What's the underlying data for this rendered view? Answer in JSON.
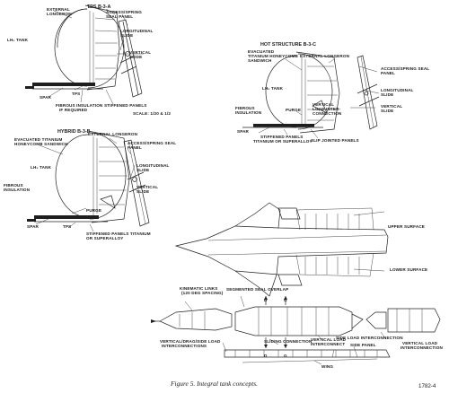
{
  "panel_a": {
    "title": "TPS  B-3-A",
    "labels": [
      "EXTERNAL",
      "LONGERON",
      "ACCESS/SPRING",
      "SEAL PANEL",
      "LONGITUDINAL",
      "SLIDE",
      "LH₂ TANK",
      "VERTICAL",
      "SLIDE",
      "SPAR",
      "TPS",
      "FIBROUS INSULATION",
      "IF REQUIRED",
      "STIFFENED PANELS",
      "SCALE: 1/20 & 1/2"
    ]
  },
  "panel_b": {
    "title": "HOT STRUCTURE  B-3-C",
    "labels": [
      "EVACUATED",
      "TITANIUM HONEYCOMB",
      "SANDWICH",
      "EXTERNAL LONGERON",
      "ACCESS/SPRING SEAL",
      "PANEL",
      "LH₂ TANK",
      "LONGITUDINAL",
      "SLIDE",
      "FIBROUS",
      "INSULATION",
      "PURGE",
      "VERTICAL",
      "LOAD INTER-",
      "CONNECTION",
      "VERTICAL",
      "SLIDE",
      "SPAR",
      "STIFFENED PANELS",
      "TITANIUM OR SUPERALLOY",
      "SLIP JOINTED PANELS"
    ]
  },
  "panel_c": {
    "title": "HYBRID  B-3-B",
    "labels": [
      "EVACUATED TITANIUM",
      "HONEYCOMB SANDWICH",
      "EXTERNAL LONGERON",
      "ACCESS/SPRING SEAL",
      "PANEL",
      "LH₂ TANK",
      "FIBROUS",
      "INSULATION",
      "LONGITUDINAL",
      "SLIDE",
      "VERTICAL",
      "SLIDE",
      "PURGE",
      "SPAR",
      "TPS",
      "STIFFENED PANELS TITANIUM",
      "OR SUPERALLOY"
    ]
  },
  "panel_d": {
    "labels": [
      "UPPER SURFACE",
      "LOWER SURFACE",
      "KINEMATIC LINKS",
      "(120 DEG SPACING)",
      "SEGMENTED SEAL OVERLAP",
      "D",
      "G",
      "D",
      "G",
      "SLIDING CONNECTION",
      "VERTICAL LOAD",
      "INTERCONNECT",
      "SIDE LOAD INTERCONNECTION",
      "SIDE PANEL",
      "VERTICAL LOAD",
      "INTERCONNECTION",
      "VERTICAL/DRAG/SIDE LOAD",
      "INTERCONNECTIONS",
      "WING"
    ]
  },
  "caption": "Figure 5. Integral tank concepts.",
  "figure_number": "1782-4"
}
